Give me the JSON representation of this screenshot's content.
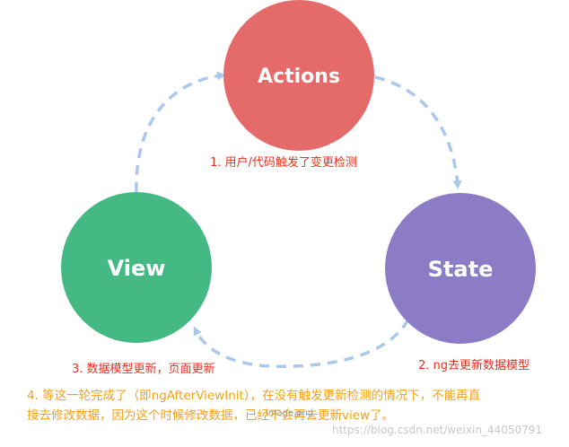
{
  "nodes": {
    "actions": {
      "label": "Actions",
      "color": "#e56a6a"
    },
    "view": {
      "label": "View",
      "color": "#44b983"
    },
    "state": {
      "label": "State",
      "color": "#8c7cc6"
    }
  },
  "arrow_color": "#a9c8ee",
  "steps": {
    "step1": "1. 用户/代码触发了变更检测",
    "step2": "2. ng去更新数据模型",
    "step3": "3. 数据模型更新，页面更新",
    "step4_line1": "4. 等这一轮完成了（即ngAfterViewInit），在没有触发更新检测的情况下，不能再直",
    "step4_line2": "接去修改数据，因为这个时候修改数据，已经不会再去更新view了。"
  },
  "image_caption": "image.png",
  "watermark": "https://blog.csdn.net/weixin_44050791"
}
